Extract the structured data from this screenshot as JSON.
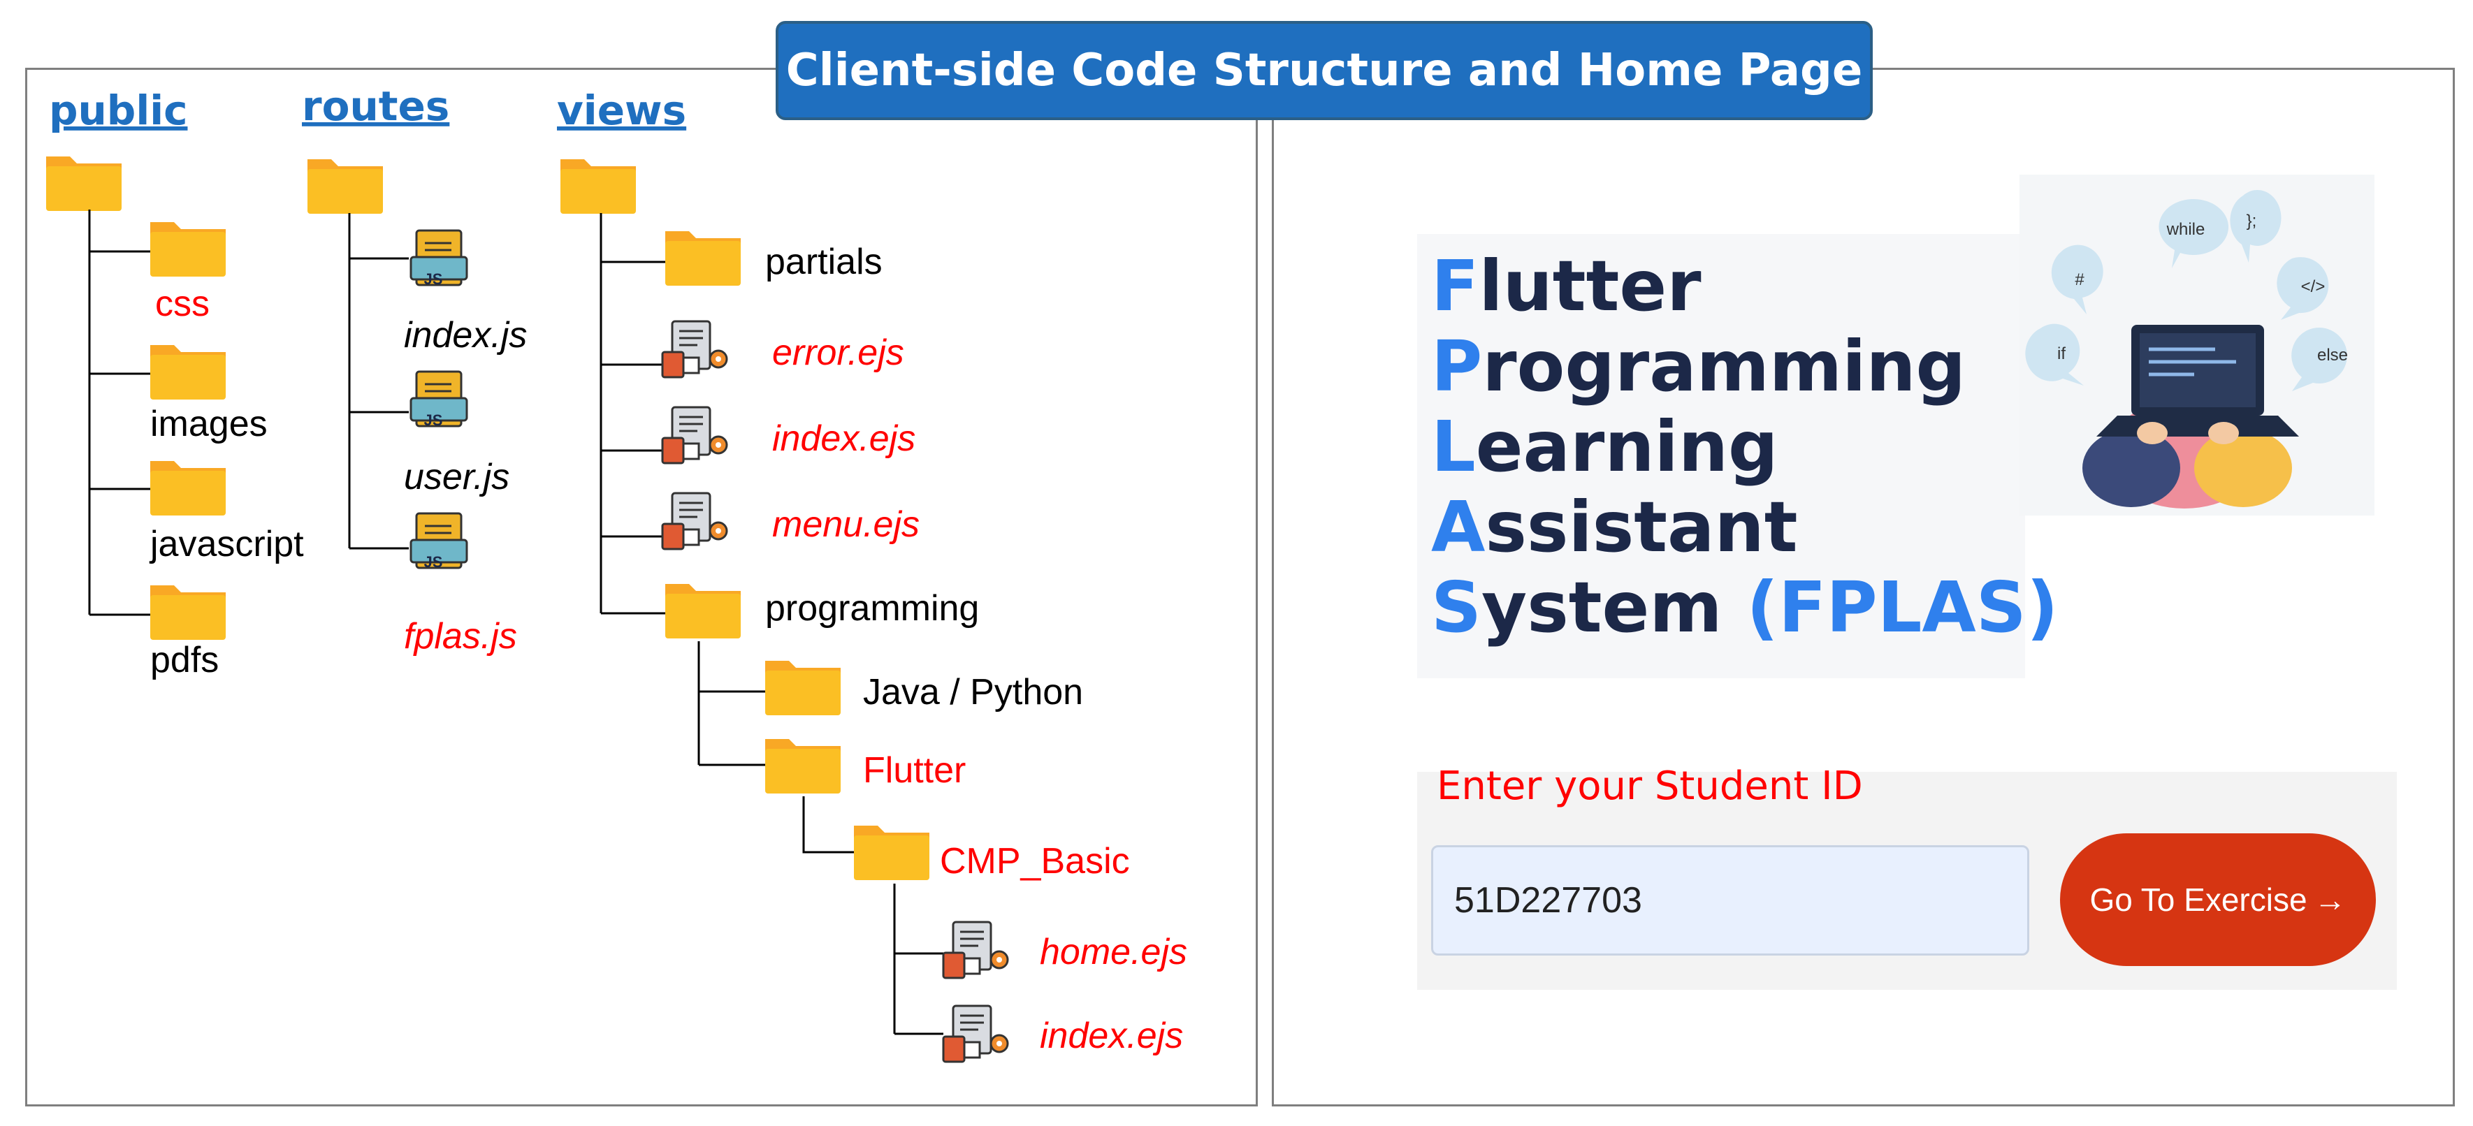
{
  "banner": {
    "title": "Client-side Code Structure and Home Page"
  },
  "tree": {
    "public": {
      "header": "public",
      "children": [
        "css",
        "images",
        "javascript",
        "pdfs"
      ]
    },
    "routes": {
      "header": "routes",
      "files": [
        "index.js",
        "user.js",
        "fplas.js"
      ]
    },
    "views": {
      "header": "views",
      "partials": "partials",
      "files": [
        "error.ejs",
        "index.ejs",
        "menu.ejs"
      ],
      "programming": "programming",
      "java_python": "Java / Python",
      "flutter": "Flutter",
      "cmp_basic": "CMP_Basic",
      "cmp_files": [
        "home.ejs",
        "index.ejs"
      ]
    },
    "js_badge": "JS"
  },
  "home": {
    "title_lines": [
      {
        "cap": "F",
        "rest": "lutter"
      },
      {
        "cap": "P",
        "rest": "rogramming"
      },
      {
        "cap": "L",
        "rest": "earning"
      },
      {
        "cap": "A",
        "rest": "ssistant"
      },
      {
        "cap": "S",
        "rest": "ystem ",
        "suffix": "(FPLAS)"
      }
    ],
    "bubbles": [
      "while",
      "};",
      "#",
      "</>",
      "if",
      "else"
    ],
    "student_label": "Enter your Student ID",
    "student_value": "51D227703",
    "button_label": "Go To Exercise",
    "button_arrow": "→"
  },
  "colors": {
    "accent": "#2f80ed",
    "banner": "#1f6fbf",
    "red": "#ff0000",
    "button": "#d63512",
    "folder": "#fbbf24"
  }
}
